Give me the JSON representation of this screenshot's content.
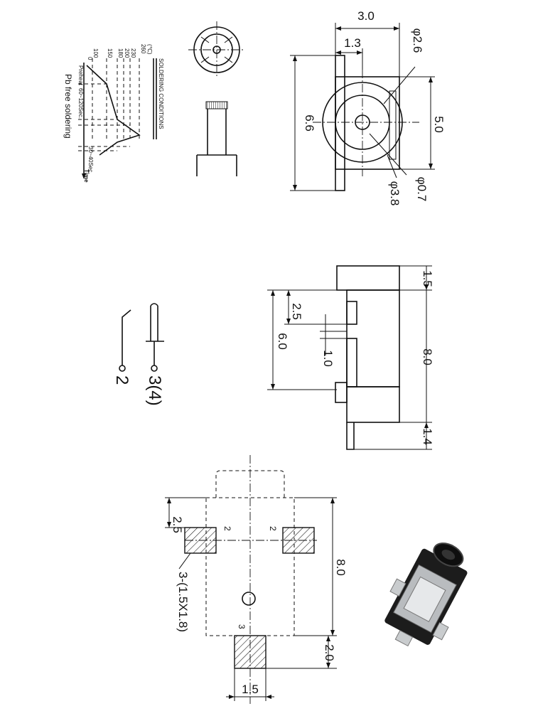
{
  "front_view": {
    "width": "3.0",
    "offset": "1.3",
    "height": "6.6",
    "inner_height": "5.0",
    "dia_inner": "φ2.6",
    "dia_outer": "φ3.8",
    "dia_pin": "φ0.7"
  },
  "side_view": {
    "top": "1.5",
    "length": "8.0",
    "bottom": "1.4",
    "depth": "6.0",
    "notch": "2.5",
    "gap": "1.0"
  },
  "pcb_layout": {
    "pitch": "2.5",
    "length": "8.0",
    "pad_width": "1.5",
    "pad_offset": "2.0",
    "pad_label": "3-(1.5X1.8)",
    "pad_2a": "2",
    "pad_2b": "2",
    "pad_3": "3"
  },
  "schematic": {
    "pin_a": "3(4)",
    "pin_b": "2"
  },
  "soldering": {
    "title": "SOLDERING CONDITIONS",
    "unit": "(℃)",
    "temps": [
      "260",
      "230",
      "200",
      "180",
      "150",
      "100",
      "0"
    ],
    "preheat": "Preheat",
    "preheat_time": "60~120Sec.",
    "peak_time": "30~40Sec.",
    "time_axis": "Time",
    "caption": "Pb free soldering"
  }
}
